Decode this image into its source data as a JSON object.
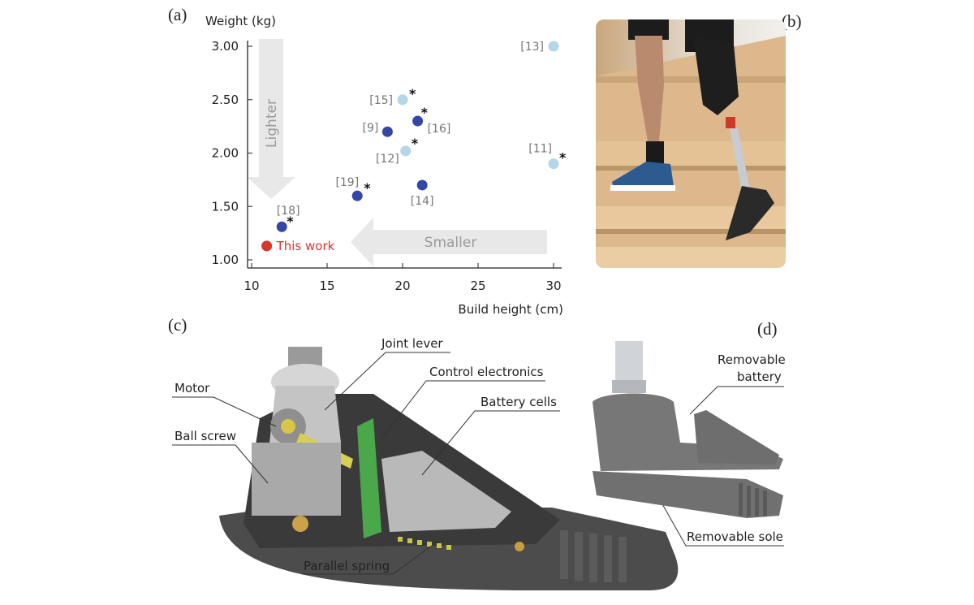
{
  "panels": {
    "a": "(a)",
    "b": "(b)",
    "c": "(c)",
    "d": "(d)"
  },
  "chart_data": {
    "type": "scatter",
    "ylabel": "Weight (kg)",
    "xlabel": "Build height (cm)",
    "xlim": [
      10,
      30
    ],
    "ylim": [
      1.0,
      3.0
    ],
    "x_ticks": [
      "10",
      "15",
      "20",
      "25",
      "30"
    ],
    "y_ticks": [
      "1.00",
      "1.50",
      "2.00",
      "2.50",
      "3.00"
    ],
    "grid": false,
    "annotations": {
      "lighter": "Lighter",
      "smaller": "Smaller"
    },
    "colors": {
      "dark": "#3446a6",
      "light": "#b3d6e8",
      "highlight": "#d7362f"
    },
    "points": [
      {
        "label": "[13]",
        "x": 30.0,
        "y": 3.0,
        "color": "light",
        "star": false
      },
      {
        "label": "[15]",
        "x": 20.0,
        "y": 2.5,
        "color": "light",
        "star": true
      },
      {
        "label": "[16]",
        "x": 21.0,
        "y": 2.3,
        "color": "dark",
        "star": true
      },
      {
        "label": "[9]",
        "x": 19.0,
        "y": 2.2,
        "color": "dark",
        "star": false
      },
      {
        "label": "[12]",
        "x": 20.2,
        "y": 2.02,
        "color": "light",
        "star": true
      },
      {
        "label": "[11]",
        "x": 30.0,
        "y": 1.9,
        "color": "light",
        "star": true
      },
      {
        "label": "[19]",
        "x": 17.0,
        "y": 1.6,
        "color": "dark",
        "star": true
      },
      {
        "label": "[14]",
        "x": 21.3,
        "y": 1.7,
        "color": "dark",
        "star": false
      },
      {
        "label": "[18]",
        "x": 12.0,
        "y": 1.31,
        "color": "dark",
        "star": true
      },
      {
        "label": "This work",
        "x": 11.0,
        "y": 1.13,
        "color": "highlight",
        "star": false
      }
    ]
  },
  "callouts_c": {
    "joint_lever": "Joint lever",
    "control_electronics": "Control electronics",
    "motor": "Motor",
    "battery_cells": "Battery cells",
    "ball_screw": "Ball screw",
    "parallel_spring": "Parallel spring"
  },
  "callouts_d": {
    "removable_battery_1": "Removable",
    "removable_battery_2": "battery",
    "removable_sole": "Removable sole"
  }
}
